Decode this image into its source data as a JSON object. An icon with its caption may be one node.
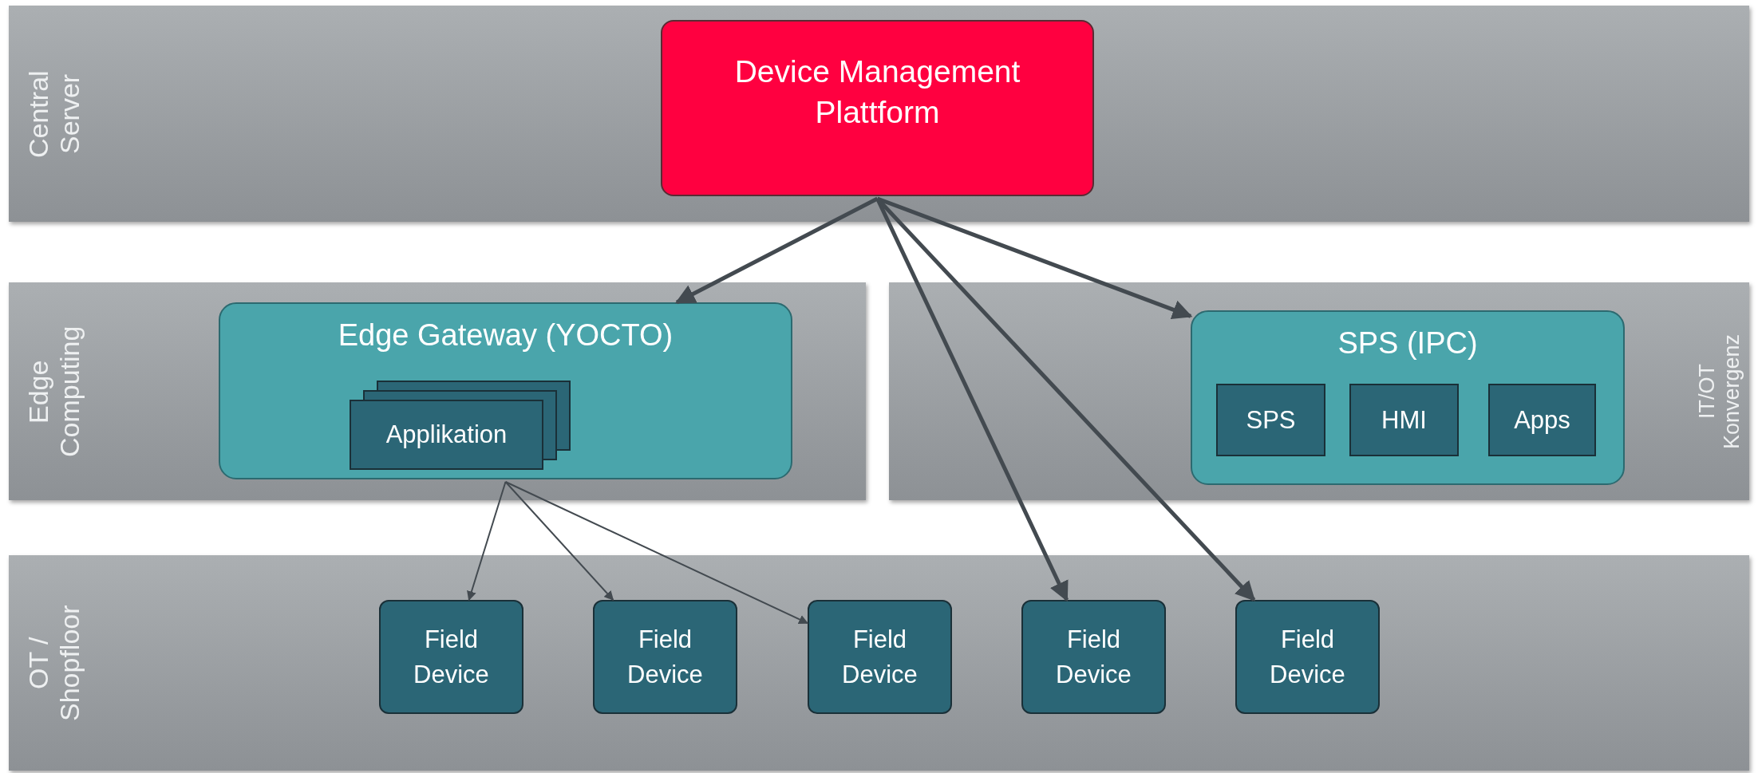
{
  "diagram": {
    "nodes": [
      {
        "text": [
          "Central Server"
        ]
      },
      {
        "text": [
          "Device Management Plattform"
        ],
        "in": 0
      },
      {
        "text": [
          "Edge Computing"
        ]
      },
      {
        "text": [
          "Edge Gateway (YOCTO)"
        ],
        "in": 2
      },
      {
        "text": [
          "Applikation"
        ],
        "in": 3
      },
      {
        "text": [
          "IT/OT Konvergenz"
        ]
      },
      {
        "text": [
          "SPS (IPC)"
        ],
        "in": 5
      },
      {
        "text": [
          "SPS"
        ],
        "in": 6
      },
      {
        "text": [
          "HMI"
        ],
        "in": 6
      },
      {
        "text": [
          "Apps"
        ],
        "in": 6
      },
      {
        "text": [
          "OT / Shopfloor"
        ]
      },
      {
        "text": [
          "Field Device"
        ],
        "in": 10
      },
      {
        "text": [
          "Field Device"
        ],
        "in": 10
      },
      {
        "text": [
          "Field Device"
        ],
        "in": 10
      },
      {
        "text": [
          "Field Device"
        ],
        "in": 10
      },
      {
        "text": [
          "Field Device"
        ],
        "in": 10
      }
    ],
    "edges": [
      {
        "from": 1,
        "to": 3,
        "arrow": "to"
      },
      {
        "from": 1,
        "to": 6,
        "arrow": "to"
      },
      {
        "from": 1,
        "to": 14,
        "arrow": "to"
      },
      {
        "from": 1,
        "to": 15,
        "arrow": "to"
      },
      {
        "from": 3,
        "to": 11,
        "arrow": "to"
      },
      {
        "from": 3,
        "to": 12,
        "arrow": "to"
      },
      {
        "from": 3,
        "to": 13,
        "arrow": "to"
      }
    ]
  }
}
